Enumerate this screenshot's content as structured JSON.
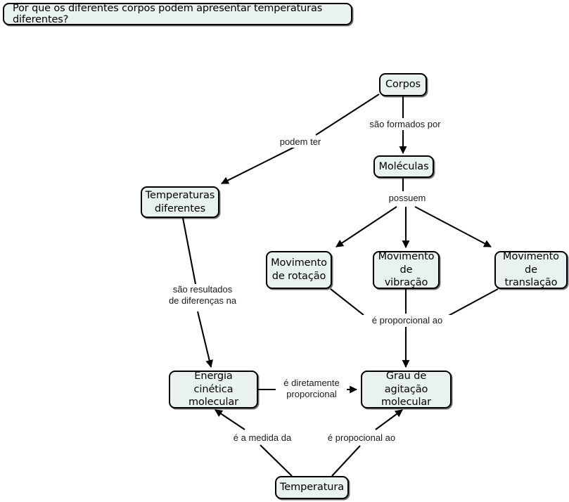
{
  "diagram": {
    "type": "concept-map",
    "language": "pt-BR",
    "title": "Por que os diferentes corpos podem apresentar temperaturas diferentes?",
    "colors": {
      "node_fill": "#e9f1f1",
      "node_border": "#000000",
      "edge": "#000000",
      "background": "#ffffff",
      "text": "#000000"
    },
    "question": {
      "text": "Por que os diferentes corpos podem apresentar temperaturas diferentes?"
    },
    "nodes": [
      {
        "id": "corpos",
        "label": "Corpos"
      },
      {
        "id": "moleculas",
        "label": "Moléculas"
      },
      {
        "id": "temperaturas",
        "label": "Temperaturas\ndiferentes"
      },
      {
        "id": "rotacao",
        "label": "Movimento\nde rotação"
      },
      {
        "id": "vibracao",
        "label": "Movimento\nde vibração"
      },
      {
        "id": "translacao",
        "label": "Movimento\nde translação"
      },
      {
        "id": "energia",
        "label": "Energia cinética\nmolecular"
      },
      {
        "id": "grau",
        "label": "Grau de agitação\nmolecular"
      },
      {
        "id": "temperatura",
        "label": "Temperatura"
      }
    ],
    "links": [
      {
        "id": "l1",
        "from": "corpos",
        "to": "temperaturas",
        "label": "podem ter"
      },
      {
        "id": "l2",
        "from": "corpos",
        "to": "moleculas",
        "label": "são formados por"
      },
      {
        "id": "l3",
        "from": "moleculas",
        "to": "rotacao,vibracao,translacao",
        "label": "possuem"
      },
      {
        "id": "l4",
        "from": "temperaturas",
        "to": "energia",
        "label": "são resultados\nde diferenças na"
      },
      {
        "id": "l5",
        "from": "rotacao,vibracao,translacao",
        "to": "grau",
        "label": "é proporcional ao"
      },
      {
        "id": "l6",
        "from": "energia",
        "to": "grau",
        "label": "é diretamente\nproporcional"
      },
      {
        "id": "l7",
        "from": "temperatura",
        "to": "energia",
        "label": "é a medida da"
      },
      {
        "id": "l8",
        "from": "temperatura",
        "to": "grau",
        "label": "é propocional ao"
      }
    ]
  }
}
